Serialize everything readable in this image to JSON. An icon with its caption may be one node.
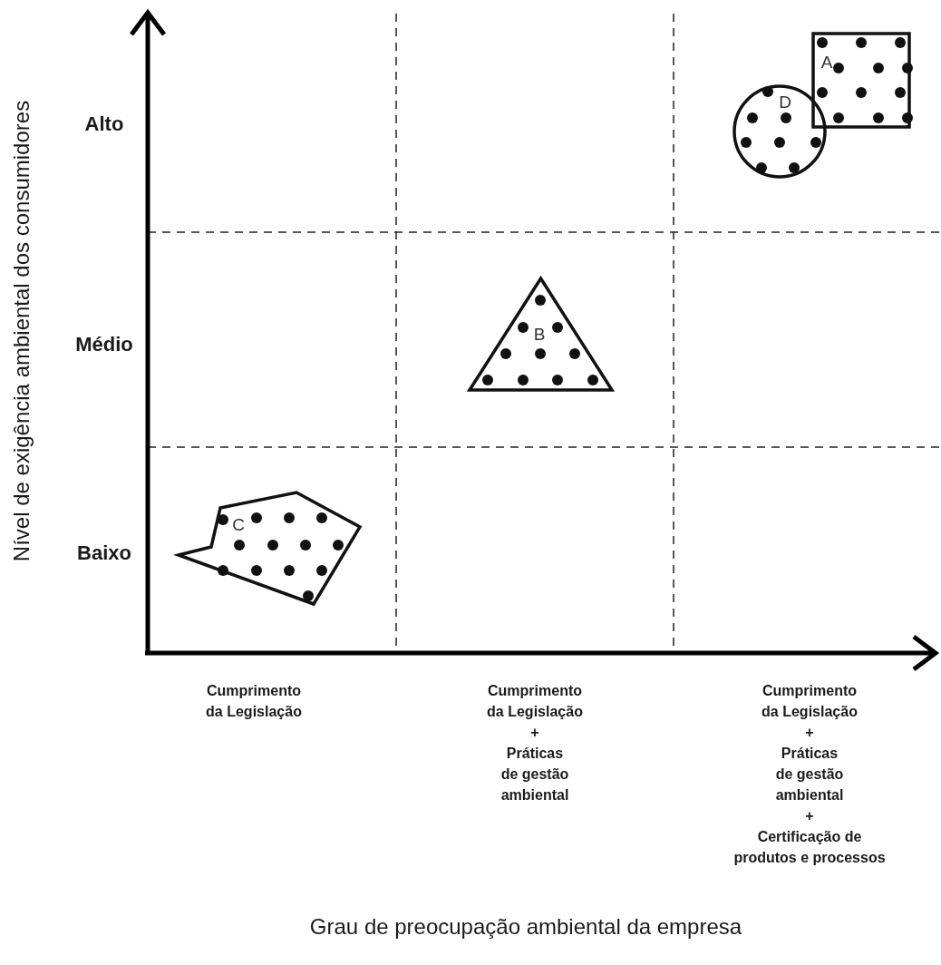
{
  "diagram": {
    "nodes": [
      {
        "text": [
          "A"
        ]
      },
      {
        "text": [
          "D"
        ]
      },
      {
        "text": [
          "B"
        ]
      },
      {
        "text": [
          "C"
        ]
      }
    ],
    "labels": [
      "Nível de exigência ambiental dos consumidores",
      "Alto",
      "Médio",
      "Baixo",
      "Cumprimento da Legislação",
      "Cumprimento da Legislação",
      "+",
      "Práticas de gestão ambiental",
      "Cumprimento da Legislação",
      "+",
      "Práticas de gestão ambiental",
      "+",
      "Certificação de produtos e processos",
      "Grau de preocupação ambiental da empresa"
    ]
  }
}
